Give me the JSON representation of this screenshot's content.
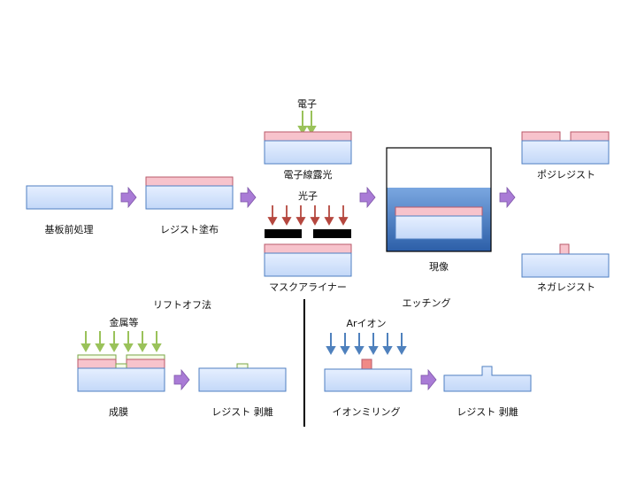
{
  "labels": {
    "pretreat": "基板前処理",
    "resist_coat": "レジスト塗布",
    "electron": "電子",
    "ebeam": "電子線露光",
    "photon": "光子",
    "aligner": "マスクアライナー",
    "develop": "現像",
    "positive": "ポジレジスト",
    "negative": "ネガレジスト",
    "liftoff": "リフトオフ法",
    "metal": "金属等",
    "film": "成膜",
    "strip_a": "レジスト 剥離",
    "etching": "エッチング",
    "ar_ion": "Arイオン",
    "ion_milling": "イオンミリング",
    "strip_b": "レジスト 剥離"
  },
  "colors": {
    "substrate_fill": "#cfe0fb",
    "substrate_edge": "#4f7fc2",
    "resist_fill": "#f7c3cc",
    "resist_edge": "#b85a6a",
    "flow_arrow": "#a97bd6",
    "electron_arrow": "#9ac25a",
    "photon_arrow": "#b5473f",
    "ion_arrow": "#4f81bd",
    "metal_fill": "#f5fbe6",
    "metal_edge": "#7aa447",
    "tank_liquid_top": "#7aa7e0",
    "tank_liquid_bottom": "#2c5fa8",
    "mask": "#000000",
    "divider": "#000000"
  },
  "icons": [
    "process-arrow-icon",
    "electron-arrow-icon",
    "photon-arrow-icon",
    "metal-arrow-icon",
    "ion-arrow-icon"
  ]
}
